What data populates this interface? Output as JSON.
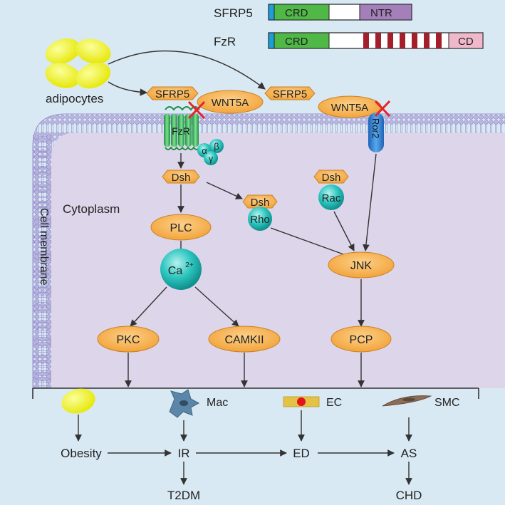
{
  "domains": {
    "sfrp5": {
      "name": "SFRP5",
      "crd": "CRD",
      "ntr": "NTR"
    },
    "fzr": {
      "name": "FzR",
      "crd": "CRD",
      "cd": "CD"
    }
  },
  "top": {
    "adipocytes": "adipocytes",
    "sfrp5_left": "SFRP5",
    "wnt5a_left": "WNT5A",
    "sfrp5_right": "SFRP5",
    "wnt5a_right": "WNT5A",
    "fzr": "FzR",
    "alpha": "α",
    "beta": "β",
    "gamma": "γ",
    "ror2": "Ror2"
  },
  "membrane": {
    "cell_membrane": "Cell membrane",
    "cytoplasm": "Cytoplasm"
  },
  "pathway": {
    "dsh_main": "Dsh",
    "dsh_rho": "Dsh",
    "rho": "Rho",
    "dsh_rac": "Dsh",
    "rac": "Rac",
    "plc": "PLC",
    "ca": "Ca",
    "ca_sup": "2+",
    "jnk": "JNK",
    "pkc": "PKC",
    "camkii": "CAMKII",
    "pcp": "PCP"
  },
  "bottom": {
    "mac": "Mac",
    "ec": "EC",
    "smc": "SMC",
    "obesity": "Obesity",
    "ir": "IR",
    "ed": "ED",
    "as": "AS",
    "t2dm": "T2DM",
    "chd": "CHD"
  },
  "colors": {
    "background": "#d9e9f3",
    "cytoplasm": "#ddd6ea",
    "membrane": "#b9b3dd",
    "node_orange": "#f6ae3f",
    "node_teal": "#2dc4bf",
    "crd_green": "#4fb847",
    "ntr_purple": "#a57fba",
    "cd_pink": "#f0b9cb",
    "stripe_red": "#a31f2b",
    "inhibit_red": "#e8232a",
    "adipocyte_yellow": "#eef000",
    "mac_blue": "#5b86a7",
    "ec_gold": "#e3c245",
    "smc_brown": "#8a6d57"
  },
  "icons": [
    "adipocyte-icon",
    "macrophage-icon",
    "endothelial-cell-icon",
    "smooth-muscle-cell-icon",
    "inhibition-cross-icon",
    "receptor-helix-icon"
  ]
}
